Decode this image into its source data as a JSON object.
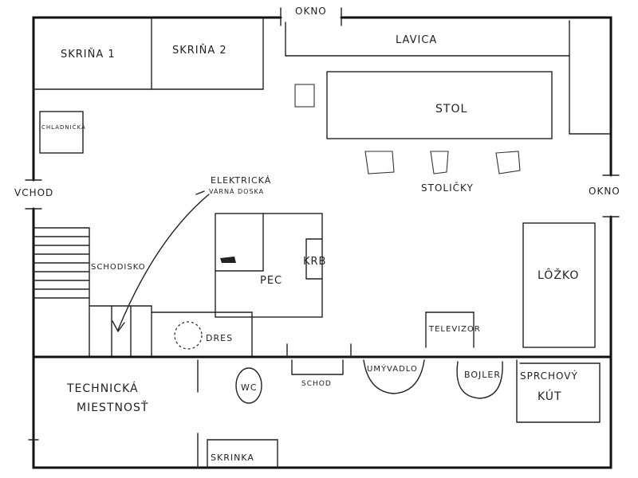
{
  "labels": {
    "okno_top": "OKNO",
    "okno_right": "OKNO",
    "vchod": "VCHOD",
    "skrina_1": "SKRIŇA 1",
    "skrina_2": "SKRIŇA 2",
    "lavica": "LAVICA",
    "stol": "STOL",
    "chladnicka": "CHLADNIČKA",
    "elektricka_line1": "ELEKTRICKÁ",
    "elektricka_line2": "VÁRNÁ DOSKA",
    "stolicky": "STOLIČKY",
    "schodisko": "SCHODISKO",
    "pec": "PEC",
    "krb": "KRB",
    "lozko": "LÔŽKO",
    "dres": "DRES",
    "televizor": "TELEVIZOR",
    "technicka_line1": "TECHNICKÁ",
    "technicka_line2": "MIESTNOSŤ",
    "wc": "WC",
    "schod": "SCHOD",
    "umyvadlo": "UMÝVADLO",
    "bojler": "BOJLER",
    "sprchovy_line1": "SPRCHOVÝ",
    "sprchovy_line2": "KÚT",
    "skrinka": "SKRINKA"
  }
}
